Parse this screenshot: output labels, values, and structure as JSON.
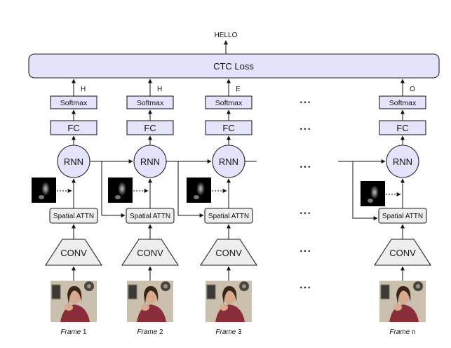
{
  "output_word": "HELLO",
  "ctc_loss_label": "CTC Loss",
  "ellipsis": "• • •",
  "columns": [
    {
      "softmax": "Softmax",
      "fc": "FC",
      "rnn": "RNN",
      "attn": "Spatial ATTN",
      "conv": "CONV",
      "char": "H",
      "frame_word": "Frame",
      "frame_num": "1"
    },
    {
      "softmax": "Softmax",
      "fc": "FC",
      "rnn": "RNN",
      "attn": "Spatial ATTN",
      "conv": "CONV",
      "char": "H",
      "frame_word": "Frame",
      "frame_num": "2"
    },
    {
      "softmax": "Softmax",
      "fc": "FC",
      "rnn": "RNN",
      "attn": "Spatial ATTN",
      "conv": "CONV",
      "char": "E",
      "frame_word": "Frame",
      "frame_num": "3"
    },
    {
      "softmax": "Softmax",
      "fc": "FC",
      "rnn": "RNN",
      "attn": "Spatial ATTN",
      "conv": "CONV",
      "char": "O",
      "frame_word": "Frame",
      "frame_num": "n"
    }
  ]
}
